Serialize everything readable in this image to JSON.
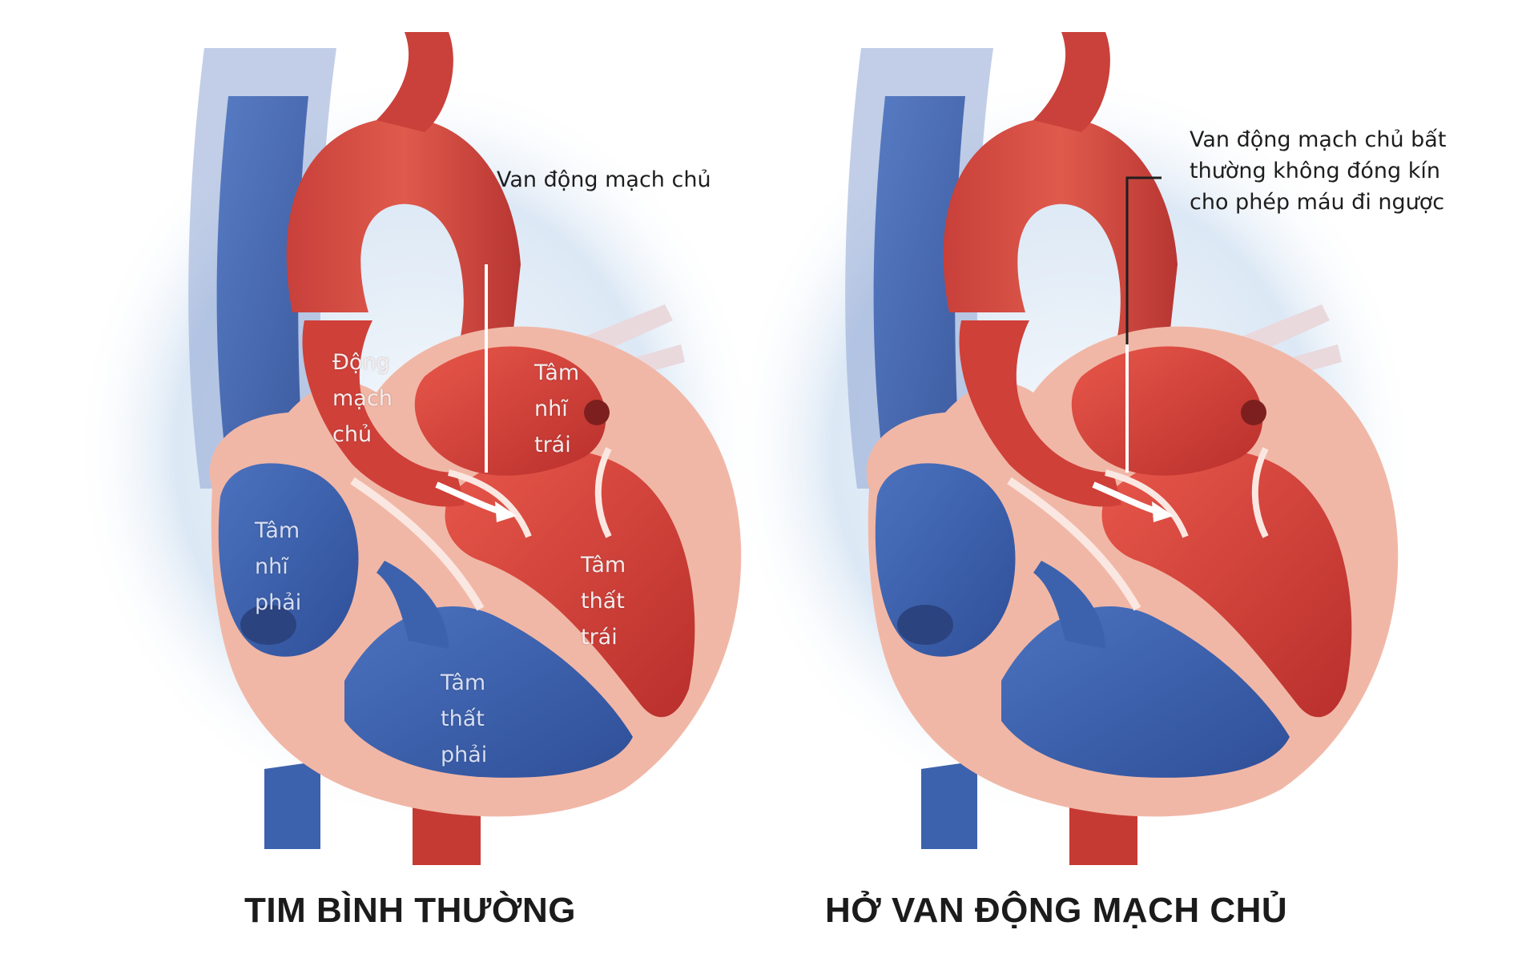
{
  "left_heart": {
    "caption": "TIM BÌNH THƯỜNG",
    "callout": "Van động mạch chủ",
    "labels": {
      "aorta": "Động\nmạch\nchủ",
      "left_atrium": "Tâm\nnhĩ\ntrái",
      "right_atrium": "Tâm\nnhĩ\nphải",
      "left_ventricle": "Tâm\nthất\ntrái",
      "right_ventricle": "Tâm\nthất\nphải"
    }
  },
  "right_heart": {
    "caption": "HỞ VAN ĐỘNG MẠCH CHỦ",
    "callout": "Van động mạch chủ bất\nthường không đóng kín\ncho phép máu đi ngược"
  },
  "colors": {
    "oxygenated": "#d8463c",
    "deoxygenated": "#3d62ad",
    "heart_wall": "#f1b7a6",
    "background_glow": "#d9e6f4"
  }
}
